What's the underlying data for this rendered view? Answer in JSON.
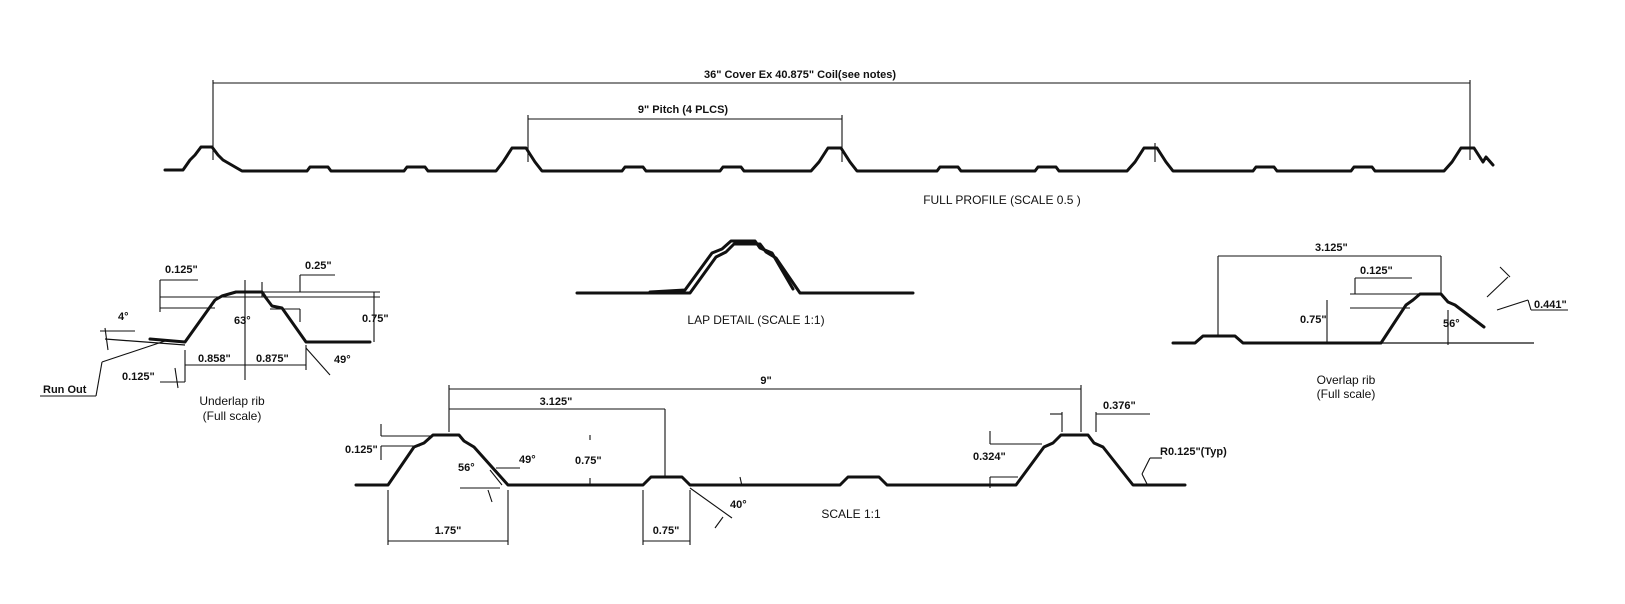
{
  "full_profile": {
    "cover_dim": "36\" Cover Ex 40.875\" Coil(see notes)",
    "pitch_dim": "9\" Pitch (4 PLCS)",
    "caption": "FULL PROFILE (SCALE 0.5 )"
  },
  "underlap": {
    "dims": {
      "d0125_top": "0.125\"",
      "d025": "0.25\"",
      "d4deg": "4°",
      "d63deg": "63°",
      "d075": "0.75\"",
      "d0125_low": "0.125\"",
      "d0858": "0.858\"",
      "d0875": "0.875\"",
      "d49deg": "49°"
    },
    "run_out": "Run Out",
    "caption_1": "Underlap rib",
    "caption_2": "(Full scale)"
  },
  "lap": {
    "caption": "LAP DETAIL (SCALE 1:1)"
  },
  "overlap": {
    "dims": {
      "d3125": "3.125\"",
      "d0125": "0.125\"",
      "d075": "0.75\"",
      "d56deg": "56°",
      "d0441": "0.441\""
    },
    "caption_1": "Overlap rib",
    "caption_2": "(Full scale)"
  },
  "scale_view": {
    "dims": {
      "d9": "9\"",
      "d3125": "3.125\"",
      "d0376": "0.376\"",
      "d0125": "0.125\"",
      "d56deg": "56°",
      "d49deg": "49°",
      "d075_mid": "0.75\"",
      "d0324": "0.324\"",
      "r0125": "R0.125\"(Typ)",
      "d40deg": "40°",
      "d175": "1.75\"",
      "d075_bot": "0.75\""
    },
    "caption": "SCALE 1:1"
  }
}
